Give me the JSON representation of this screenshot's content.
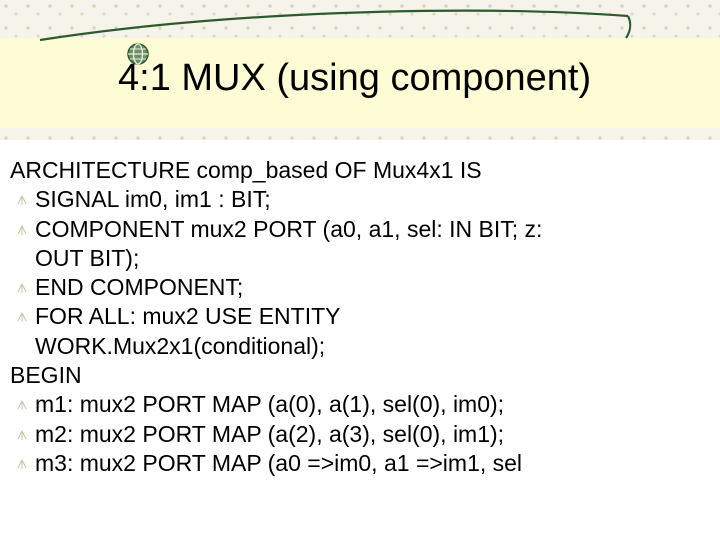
{
  "slide": {
    "title": "4:1 MUX (using component)",
    "lines": [
      {
        "text": "ARCHITECTURE comp_based OF Mux4x1 IS",
        "level": 0,
        "bullet": false
      },
      {
        "text": "SIGNAL im0, im1 : BIT;",
        "level": 1,
        "bullet": true
      },
      {
        "text": "COMPONENT mux2 PORT (a0, a1, sel: IN BIT; z:",
        "level": 1,
        "bullet": true
      },
      {
        "text": "OUT BIT);",
        "level": 1,
        "bullet": false
      },
      {
        "text": "END COMPONENT;",
        "level": 1,
        "bullet": true
      },
      {
        "text": "FOR ALL: mux2 USE ENTITY",
        "level": 1,
        "bullet": true
      },
      {
        "text": "WORK.Mux2x1(conditional);",
        "level": 1,
        "bullet": false
      },
      {
        "text": "BEGIN",
        "level": 0,
        "bullet": false
      },
      {
        "text": "m1: mux2 PORT MAP (a(0), a(1), sel(0), im0);",
        "level": 1,
        "bullet": true
      },
      {
        "text": "m2: mux2 PORT MAP (a(2), a(3), sel(0), im1);",
        "level": 1,
        "bullet": true
      },
      {
        "text": "m3: mux2 PORT MAP (a0 =>im0, a1 =>im1, sel",
        "level": 1,
        "bullet": true
      }
    ]
  },
  "colors": {
    "title_band": "#fefcd5",
    "swoosh": "#2d5a2d",
    "pattern": "#f6f4ea"
  }
}
